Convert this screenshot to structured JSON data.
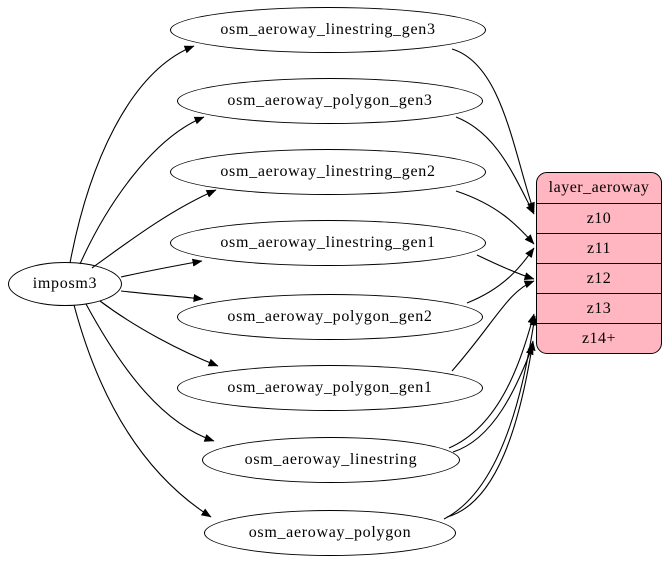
{
  "diagram": {
    "background_color": "#ffffff",
    "edge_color": "#000000",
    "source_node": {
      "label": "imposm3"
    },
    "table_nodes": [
      {
        "label": "osm_aeroway_linestring_gen3"
      },
      {
        "label": "osm_aeroway_polygon_gen3"
      },
      {
        "label": "osm_aeroway_linestring_gen2"
      },
      {
        "label": "osm_aeroway_linestring_gen1"
      },
      {
        "label": "osm_aeroway_polygon_gen2"
      },
      {
        "label": "osm_aeroway_polygon_gen1"
      },
      {
        "label": "osm_aeroway_linestring"
      },
      {
        "label": "osm_aeroway_polygon"
      }
    ],
    "layer_node": {
      "title": "layer_aeroway",
      "rows": [
        "z10",
        "z11",
        "z12",
        "z13",
        "z14+"
      ],
      "fill_color": "#ffb6c1",
      "border_color": "#000000"
    },
    "edges": [
      {
        "from": "imposm3",
        "to": "osm_aeroway_linestring_gen3"
      },
      {
        "from": "imposm3",
        "to": "osm_aeroway_polygon_gen3"
      },
      {
        "from": "imposm3",
        "to": "osm_aeroway_linestring_gen2"
      },
      {
        "from": "imposm3",
        "to": "osm_aeroway_linestring_gen1"
      },
      {
        "from": "imposm3",
        "to": "osm_aeroway_polygon_gen2"
      },
      {
        "from": "imposm3",
        "to": "osm_aeroway_polygon_gen1"
      },
      {
        "from": "imposm3",
        "to": "osm_aeroway_linestring"
      },
      {
        "from": "imposm3",
        "to": "osm_aeroway_polygon"
      },
      {
        "from": "osm_aeroway_linestring_gen3",
        "to": "layer_aeroway:z10"
      },
      {
        "from": "osm_aeroway_polygon_gen3",
        "to": "layer_aeroway:z10"
      },
      {
        "from": "osm_aeroway_linestring_gen2",
        "to": "layer_aeroway:z11"
      },
      {
        "from": "osm_aeroway_polygon_gen2",
        "to": "layer_aeroway:z11"
      },
      {
        "from": "osm_aeroway_linestring_gen1",
        "to": "layer_aeroway:z12"
      },
      {
        "from": "osm_aeroway_polygon_gen1",
        "to": "layer_aeroway:z12"
      },
      {
        "from": "osm_aeroway_linestring",
        "to": "layer_aeroway:z13"
      },
      {
        "from": "osm_aeroway_polygon",
        "to": "layer_aeroway:z13"
      },
      {
        "from": "osm_aeroway_linestring",
        "to": "layer_aeroway:z14+"
      },
      {
        "from": "osm_aeroway_polygon",
        "to": "layer_aeroway:z14+"
      }
    ]
  }
}
